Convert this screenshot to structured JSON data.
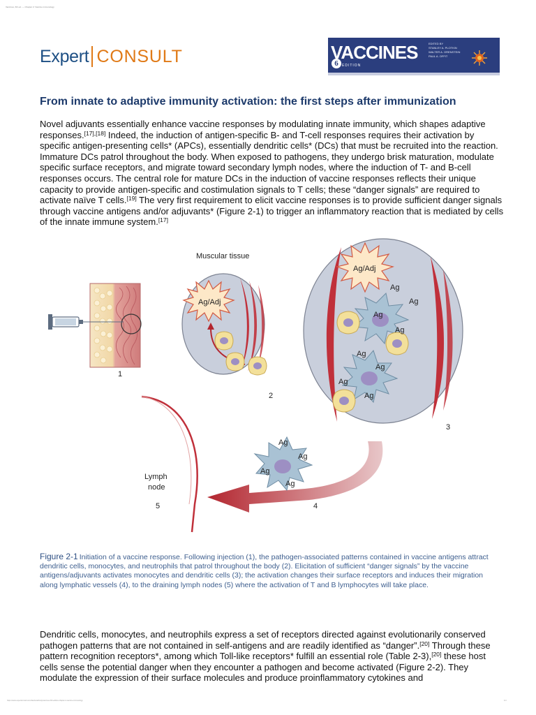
{
  "header": {
    "tiny_text": "Vaccines, 6th ed. — Chapter 2: Vaccine immunology",
    "brand": {
      "part1": "Expert",
      "part2": "CONSULT"
    },
    "cover": {
      "title": "VACCINES",
      "edition_number": "6",
      "edition_word": "EDITION",
      "editors_label": "EDITED BY",
      "editors": [
        "STANLEY A. PLOTKIN",
        "WALTER A. ORENSTEIN",
        "PAUL A. OFFIT"
      ]
    }
  },
  "section_title": "From innate to adaptive immunity activation: the first steps after immunization",
  "paragraph1": {
    "s1": "Novel adjuvants essentially enhance vaccine responses by modulating innate immunity, which shapes adaptive responses.",
    "r1": "[17],[18]",
    "s2": " Indeed, the induction of antigen-specific B- and T-cell responses requires their activation by specific antigen-presenting cells* (APCs), essentially dendritic cells* (DCs) that must be recruited into the reaction. Immature DCs patrol throughout the body. When exposed to pathogens, they undergo brisk maturation, modulate specific surface receptors, and migrate toward secondary lymph nodes, where the induction of T- and B-cell responses occurs. The central role for mature DCs in the induction of vaccine responses reflects their unique capacity to provide antigen-specific and costimulation signals to T cells; these “danger signals” are required to activate naïve T cells.",
    "r2": "[19]",
    "s3": " The very first requirement to elicit vaccine responses is to provide sufficient danger signals through vaccine antigens and/or adjuvants* (Figure 2-1) to trigger an inflammatory reaction that is mediated by cells of the innate immune system.",
    "r3": "[17]"
  },
  "figure": {
    "muscular_tissue_label": "Muscular tissue",
    "ag_adj_label": "Ag/Adj",
    "ag_label": "Ag",
    "lymph_label": "Lymph",
    "node_label": "node",
    "steps": [
      "1",
      "2",
      "3",
      "4",
      "5"
    ],
    "colors": {
      "tissue_bg": "#c9cfdc",
      "fiber": "#c0303a",
      "dendritic": "#a9c2d4",
      "nucleus": "#9d8fc3",
      "yellow_cell": "#f3e09a",
      "arrow": "#b3262f",
      "burst": "#fde8c8",
      "burst_edge": "#d25a43"
    }
  },
  "caption": {
    "label": "Figure 2-1",
    "text": "Initiation of a vaccine response. Following injection (1), the pathogen-associated patterns contained in vaccine antigens attract dendritic cells, monocytes, and neutrophils that patrol throughout the body (2). Elicitation of sufficient “danger signals” by the vaccine antigens/adjuvants activates monocytes and dendritic cells (3); the activation changes their surface receptors and induces their migration along lymphatic vessels (4), to the draining lymph nodes (5) where the activation of T and B lymphocytes will take place."
  },
  "paragraph2": {
    "s1": "Dendritic cells, monocytes, and neutrophils express a set of receptors directed against evolutionarily conserved pathogen patterns that are not contained in self-antigens and are readily identified as “danger”.",
    "r1": "[20]",
    "s2": " Through these pattern recognition receptors*, among which Toll-like receptors* fulfill an essential role (Table 2-3),",
    "r2": "[20]",
    "s3": " these host cells sense the potential danger when they encounter a pathogen and become activated (Figure 2-2). They modulate the expression of their surface molecules and produce proinflammatory cytokines and"
  },
  "footer": {
    "left": "https://www.expertconsult.com/das/book/body/vaccines-6th-edition-chapter-2-vaccine-immunology",
    "right": "1/4"
  }
}
